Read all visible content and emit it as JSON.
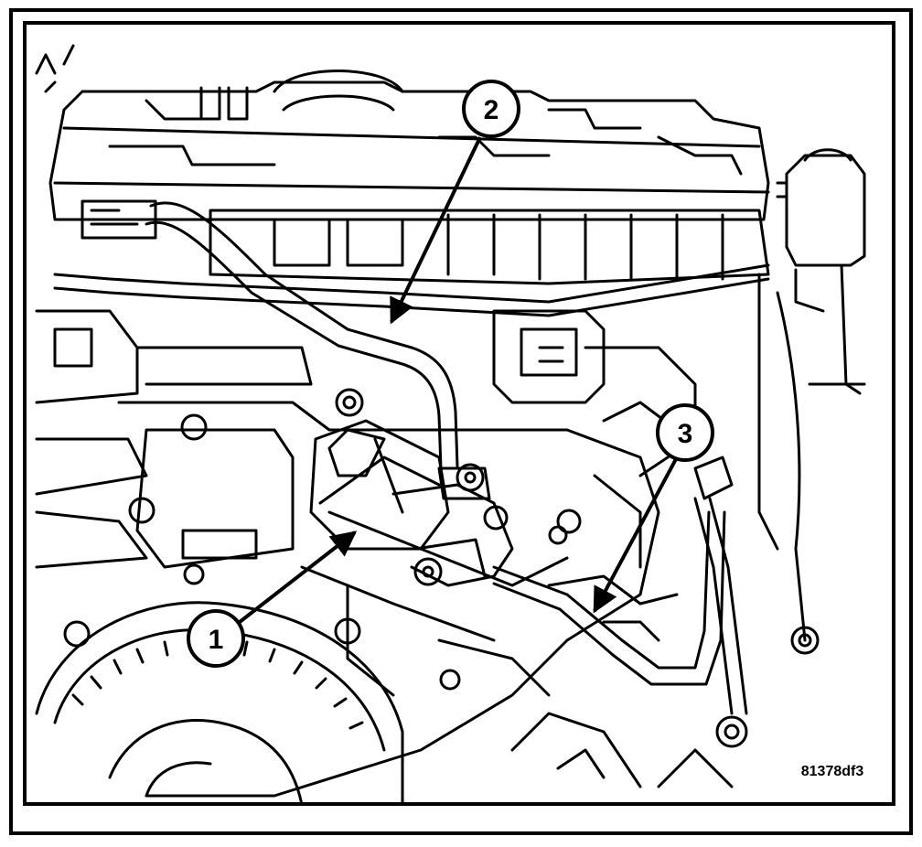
{
  "diagram": {
    "callouts": [
      {
        "label": "1"
      },
      {
        "label": "2"
      },
      {
        "label": "3"
      }
    ],
    "figure_code": "81378df3",
    "colors": {
      "line": "#000000",
      "background": "#ffffff"
    }
  }
}
